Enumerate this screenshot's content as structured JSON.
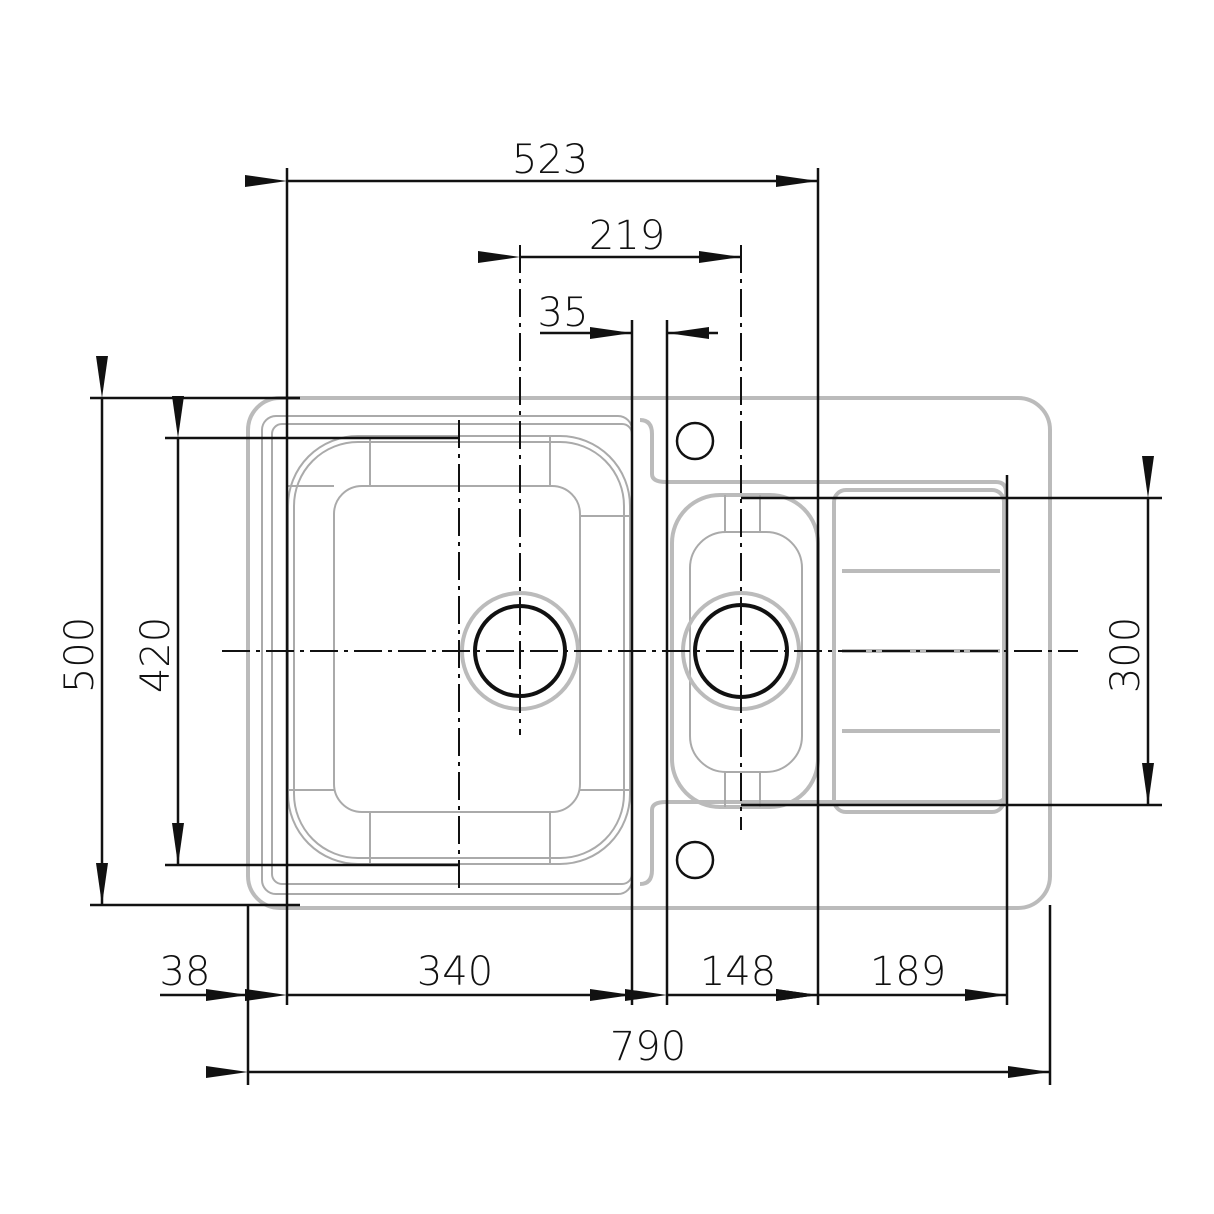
{
  "drawing": {
    "subject": "sink",
    "dimensions": {
      "overall_width": "790",
      "overall_depth": "500",
      "main_bowl_depth": "420",
      "small_bowl_depth": "300",
      "drain_span": "523",
      "drain_to_drain": "219",
      "divider": "35",
      "left_rim": "38",
      "main_bowl_width": "340",
      "small_bowl_width": "148",
      "drainer_width": "189"
    },
    "line_color": "#111111",
    "outline_color": "#aaaaaa"
  }
}
